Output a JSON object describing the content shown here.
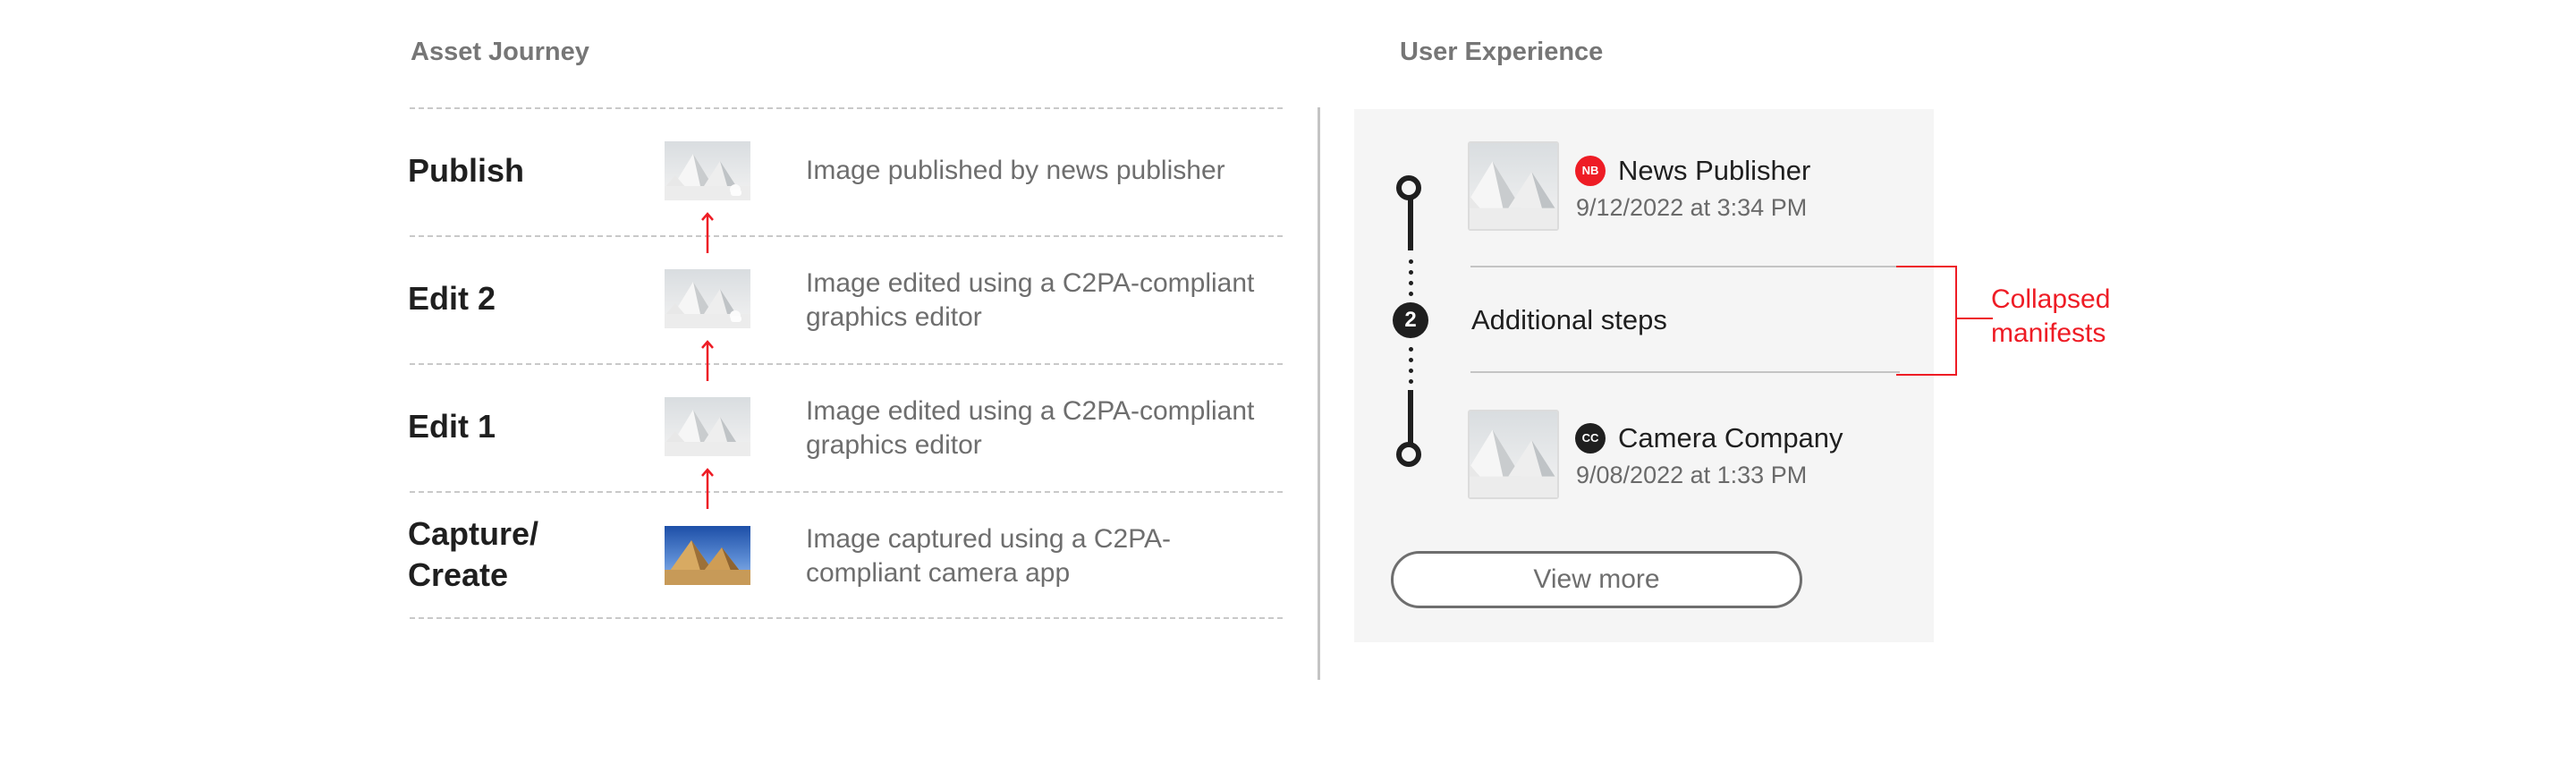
{
  "headings": {
    "asset_journey": "Asset Journey",
    "user_experience": "User Experience"
  },
  "journey": [
    {
      "label": "Publish",
      "description": "Image published by news publisher",
      "image": "snowy-pyramids-with-bear"
    },
    {
      "label": "Edit 2",
      "description": "Image edited using a C2PA-compliant graphics editor",
      "image": "snowy-pyramids-with-bear"
    },
    {
      "label": "Edit 1",
      "description": "Image edited using a C2PA-compliant graphics editor",
      "image": "snowy-pyramids"
    },
    {
      "label": "Capture/ Create",
      "description": "Image captured using a C2PA-compliant camera app",
      "image": "desert-pyramids"
    }
  ],
  "experience": {
    "top_card": {
      "badge": "NB",
      "title": "News Publisher",
      "date": "9/12/2022 at 3:34 PM"
    },
    "collapsed": {
      "count": "2",
      "label": "Additional steps"
    },
    "bottom_card": {
      "badge": "CC",
      "title": "Camera Company",
      "date": "9/08/2022 at 1:33 PM"
    },
    "view_more": "View more"
  },
  "callout": {
    "line1": "Collapsed",
    "line2": "manifests"
  },
  "colors": {
    "accent": "#ee1c25",
    "timeline": "#1f1f1f",
    "muted_text": "#6e6e6e",
    "panel_bg": "#f5f5f5"
  },
  "icons": [
    "up-arrow-icon",
    "timeline-node-icon",
    "news-publisher-badge-icon",
    "camera-company-badge-icon"
  ]
}
